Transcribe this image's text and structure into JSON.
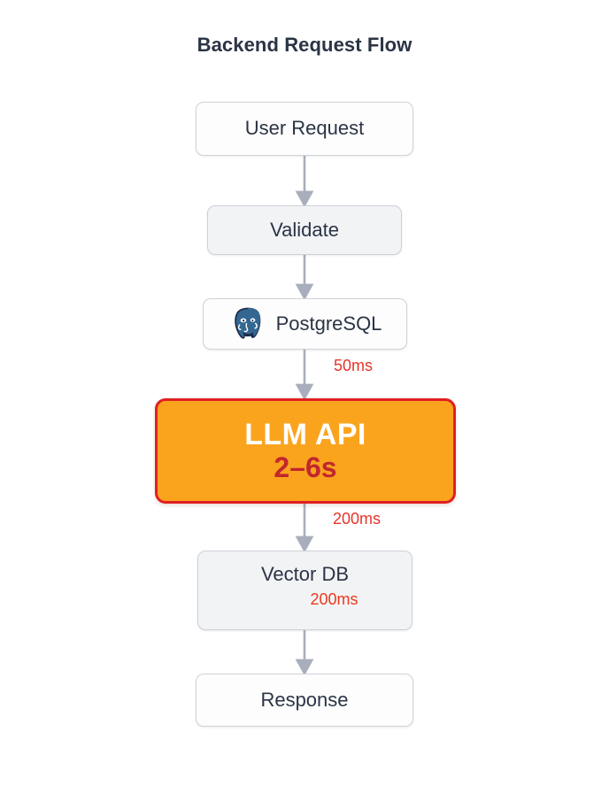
{
  "title": "Backend Request Flow",
  "colors": {
    "title_text": "#2b3445",
    "node_border": "#cfd3d9",
    "node_fill_white": "#fdfdfd",
    "node_fill_shaded": "#f2f3f5",
    "arrow": "#a9aebc",
    "latency_red": "#e8342a",
    "highlight_fill": "#faa41e",
    "highlight_border": "#e02020",
    "highlight_label": "#ffffff",
    "highlight_sublabel": "#c1272d",
    "postgres_blue": "#336791"
  },
  "nodes": [
    {
      "id": "user-request",
      "label": "User Request",
      "sublabel": "",
      "style": "white",
      "icon": ""
    },
    {
      "id": "validate",
      "label": "Validate",
      "sublabel": "",
      "style": "shaded",
      "icon": ""
    },
    {
      "id": "postgresql",
      "label": "PostgreSQL",
      "sublabel": "",
      "style": "white",
      "icon": "postgresql-elephant-logo"
    },
    {
      "id": "llm-api",
      "label": "LLM API",
      "sublabel": "2–6s",
      "style": "highlight",
      "icon": ""
    },
    {
      "id": "vector-db",
      "label": "Vector DB",
      "sublabel": "200ms",
      "style": "shaded",
      "icon": ""
    },
    {
      "id": "response",
      "label": "Response",
      "sublabel": "",
      "style": "white",
      "icon": ""
    }
  ],
  "edges": [
    {
      "id": "user-request-to-validate",
      "from": "user-request",
      "to": "validate",
      "label": ""
    },
    {
      "id": "validate-to-postgresql",
      "from": "validate",
      "to": "postgresql",
      "label": ""
    },
    {
      "id": "postgresql-to-llm-api",
      "from": "postgresql",
      "to": "llm-api",
      "label": "50ms"
    },
    {
      "id": "llm-api-to-vector-db",
      "from": "llm-api",
      "to": "vector-db",
      "label": "200ms"
    },
    {
      "id": "vector-db-to-response",
      "from": "vector-db",
      "to": "response",
      "label": ""
    }
  ],
  "icons": {
    "postgresql": "postgresql-elephant-logo"
  }
}
